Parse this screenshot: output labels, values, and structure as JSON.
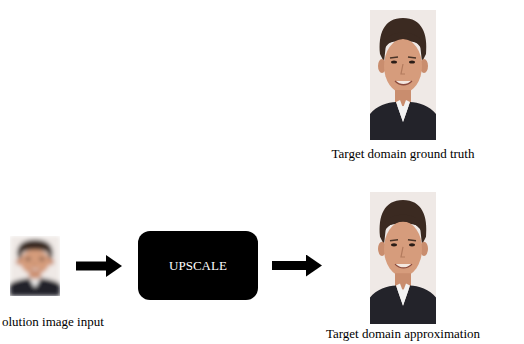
{
  "diagram": {
    "nodes": [
      {
        "text": [
          "Target domain ground truth"
        ]
      },
      {
        "text": [
          "olution image input"
        ]
      },
      {
        "text": [
          "UPSCALE"
        ]
      },
      {
        "text": [
          "Target domain approximation"
        ]
      }
    ],
    "edges": [
      {
        "from": 1,
        "to": 2,
        "arrow": "to"
      },
      {
        "from": 2,
        "to": 3,
        "arrow": "to"
      }
    ]
  }
}
